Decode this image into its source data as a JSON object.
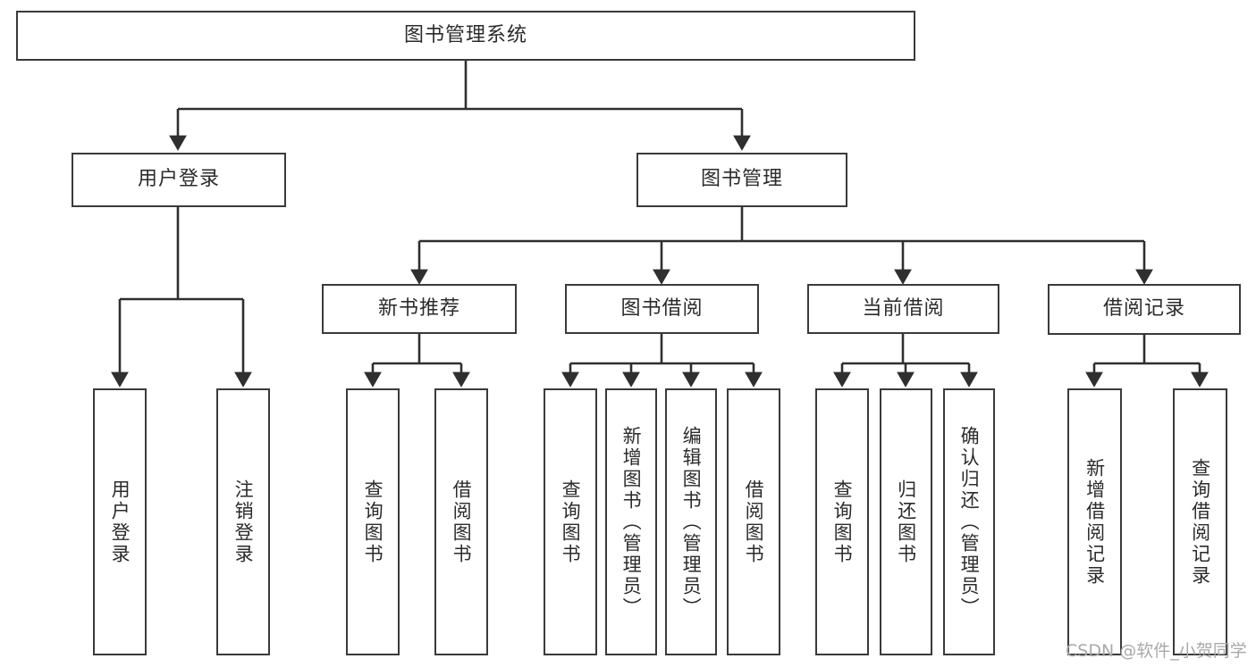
{
  "diagram": {
    "title_node": {
      "label": "图书管理系统"
    },
    "level2": [
      {
        "id": "user-login",
        "label": "用户登录"
      },
      {
        "id": "book-management",
        "label": "图书管理"
      }
    ],
    "level3": [
      {
        "id": "new-book-recommend",
        "label": "新书推荐"
      },
      {
        "id": "book-borrow",
        "label": "图书借阅"
      },
      {
        "id": "current-borrow",
        "label": "当前借阅"
      },
      {
        "id": "borrow-record",
        "label": "借阅记录"
      }
    ],
    "leaves": {
      "user_login": [
        {
          "id": "leaf-user-login",
          "label": "用户登录"
        },
        {
          "id": "leaf-logout-login",
          "label": "注销登录"
        }
      ],
      "new_book_recommend": [
        {
          "id": "leaf-query-book-1",
          "label": "查询图书"
        },
        {
          "id": "leaf-borrow-book-1",
          "label": "借阅图书"
        }
      ],
      "book_borrow": [
        {
          "id": "leaf-query-book-2",
          "label": "查询图书"
        },
        {
          "id": "leaf-add-book",
          "label": "新增图书（管理员）"
        },
        {
          "id": "leaf-edit-book",
          "label": "编辑图书（管理员）"
        },
        {
          "id": "leaf-borrow-book-2",
          "label": "借阅图书"
        }
      ],
      "current_borrow": [
        {
          "id": "leaf-query-book-3",
          "label": "查询图书"
        },
        {
          "id": "leaf-return-book",
          "label": "归还图书"
        },
        {
          "id": "leaf-confirm-return",
          "label": "确认归还（管理员）"
        }
      ],
      "borrow_record": [
        {
          "id": "leaf-add-record",
          "label": "新增借阅记录"
        },
        {
          "id": "leaf-query-record",
          "label": "查询借阅记录"
        }
      ]
    }
  },
  "watermark": {
    "text": "CSDN @软件_小贺同学"
  },
  "colors": {
    "border": "#3a3a3a",
    "text": "#2b2b2b",
    "background": "#ffffff",
    "watermark": "#a9a9a9"
  }
}
